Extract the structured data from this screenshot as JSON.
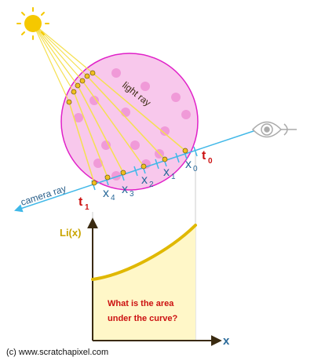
{
  "labels": {
    "light_ray": "light ray",
    "camera_ray": "camera ray",
    "t0": "t",
    "t0_sub": "0",
    "t1": "t",
    "t1_sub": "1",
    "x0": "x",
    "x0_sub": "0",
    "x1": "x",
    "x1_sub": "1",
    "x2": "x",
    "x2_sub": "2",
    "x3": "x",
    "x3_sub": "3",
    "x4": "x",
    "x4_sub": "4",
    "li": "Li(x)",
    "x_axis": "x",
    "question_line1": "What is the area",
    "question_line2": "under the curve?",
    "credit": "(c) www.scratchapixel.com"
  },
  "colors": {
    "sun": "#f5c800",
    "light_ray": "#f5e050",
    "sphere_fill": "#f8c8ec",
    "sphere_stroke": "#e020c8",
    "particle": "#f09ad8",
    "camera_ray": "#40b8e8",
    "curve": "#e0b800",
    "area_fill": "#fff7c8",
    "axis": "#3a2a10",
    "eye": "#aaaaaa"
  },
  "icons": [
    "sun-icon",
    "eye-icon"
  ]
}
